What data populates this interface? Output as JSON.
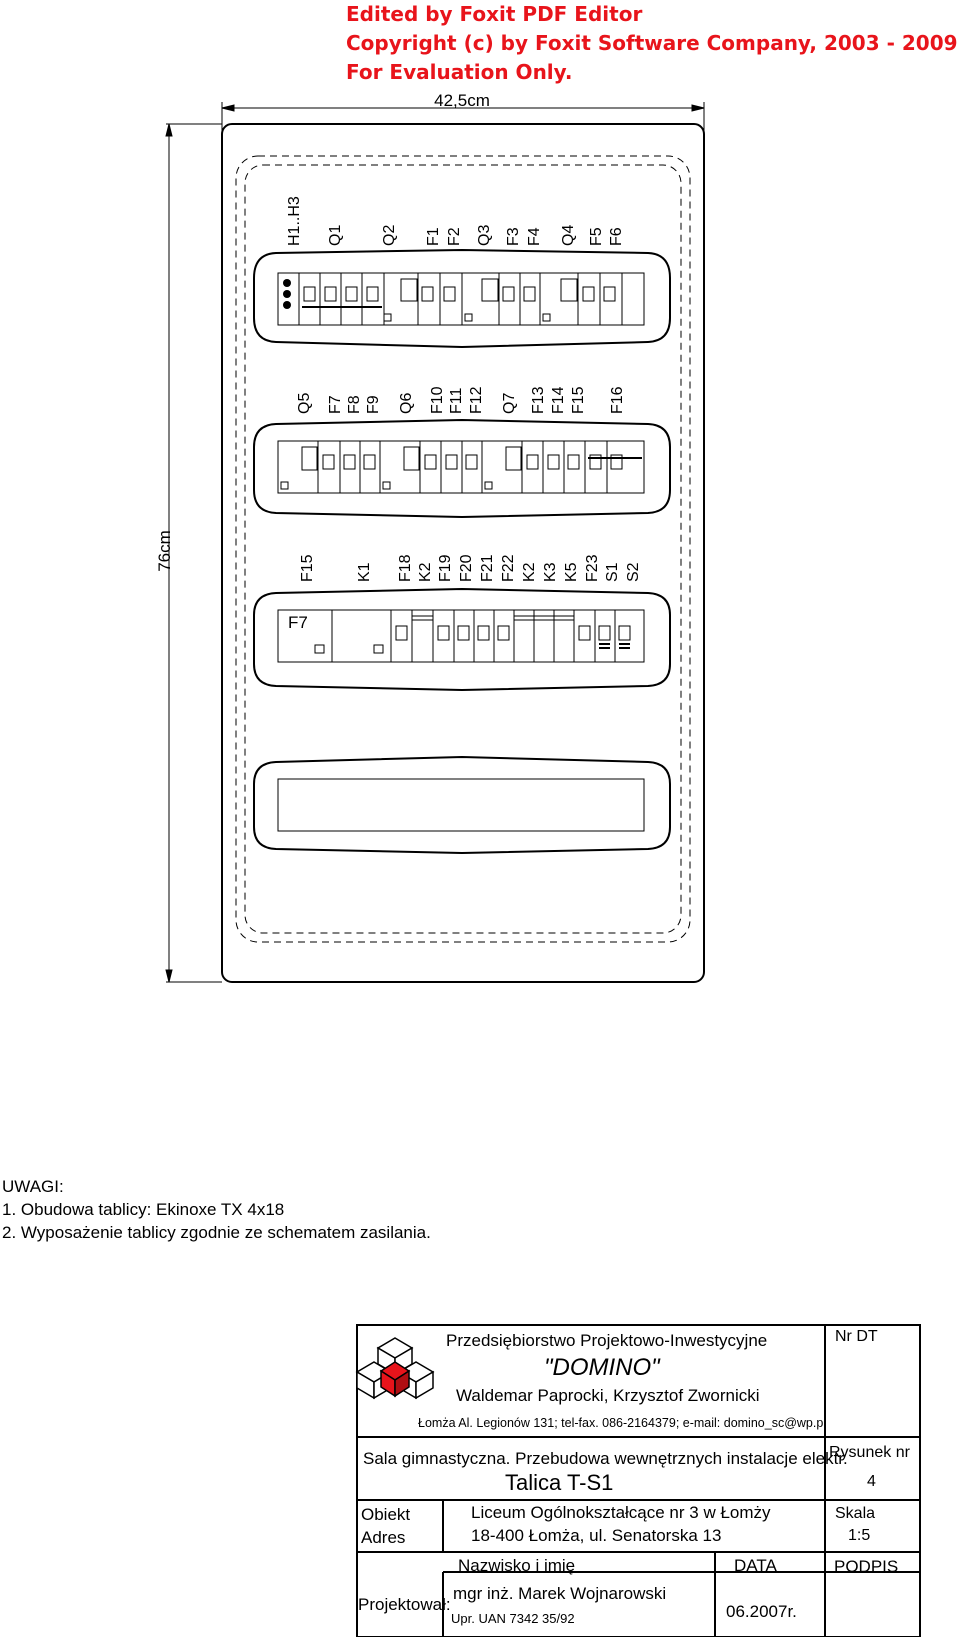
{
  "watermark": {
    "line1": "Edited by Foxit PDF Editor",
    "line2": "Copyright (c) by Foxit Software Company, 2003 - 2009",
    "line3": "For Evaluation Only."
  },
  "dimensions": {
    "width_label": "42,5cm",
    "height_label": "76cm"
  },
  "rows": [
    {
      "labels": [
        "H1..H3",
        "Q1",
        "Q2",
        "F1",
        "F2",
        "Q3",
        "F3",
        "F4",
        "Q4",
        "F5",
        "F6"
      ]
    },
    {
      "labels": [
        "Q5",
        "F7",
        "F8",
        "F9",
        "Q6",
        "F10",
        "F11",
        "F12",
        "Q7",
        "F13",
        "F14",
        "F15",
        "F16"
      ]
    },
    {
      "labels": [
        "F15",
        "K1",
        "F18",
        "K2",
        "F19",
        "F20",
        "F21",
        "F22",
        "K2",
        "K3",
        "K5",
        "F23",
        "S1",
        "S2"
      ],
      "inner_label": "F7"
    }
  ],
  "notes": {
    "heading": "UWAGI:",
    "item1": "1. Obudowa tablicy: Ekinoxe TX 4x18",
    "item2": "2. Wyposażenie tablicy zgodnie ze schematem zasilania."
  },
  "title_block": {
    "company_line1": "Przedsiębiorstwo Projektowo-Inwestycyjne",
    "company_name": "\"DOMINO\"",
    "company_owners": "Waldemar Paprocki, Krzysztof Zwornicki",
    "company_address": "Łomża Al. Legionów 131; tel-fax. 086-2164379; e-mail: domino_sc@wp.pl",
    "nr_dt_label": "Nr DT",
    "project_title": "Sala gimnastyczna. Przebudowa wewnętrznych instalacje elektr.",
    "drawing_title": "Talica T-S1",
    "drawing_no_label": "Rysunek nr",
    "drawing_no": "4",
    "obiekt_label": "Obiekt",
    "adres_label": "Adres",
    "obiekt_value": "Liceum Ogólnokształcące nr 3 w Łomży",
    "adres_value": "18-400 Łomża, ul. Senatorska 13",
    "scale_label": "Skala",
    "scale_value": "1:5",
    "name_header": "Nazwisko i imię",
    "date_header": "DATA",
    "sign_header": "PODPIS",
    "designer_label": "Projektował:",
    "designer_name": "mgr inż. Marek Wojnarowski",
    "designer_license": "Upr. UAN 7342 35/92",
    "date_value": "06.2007r."
  }
}
